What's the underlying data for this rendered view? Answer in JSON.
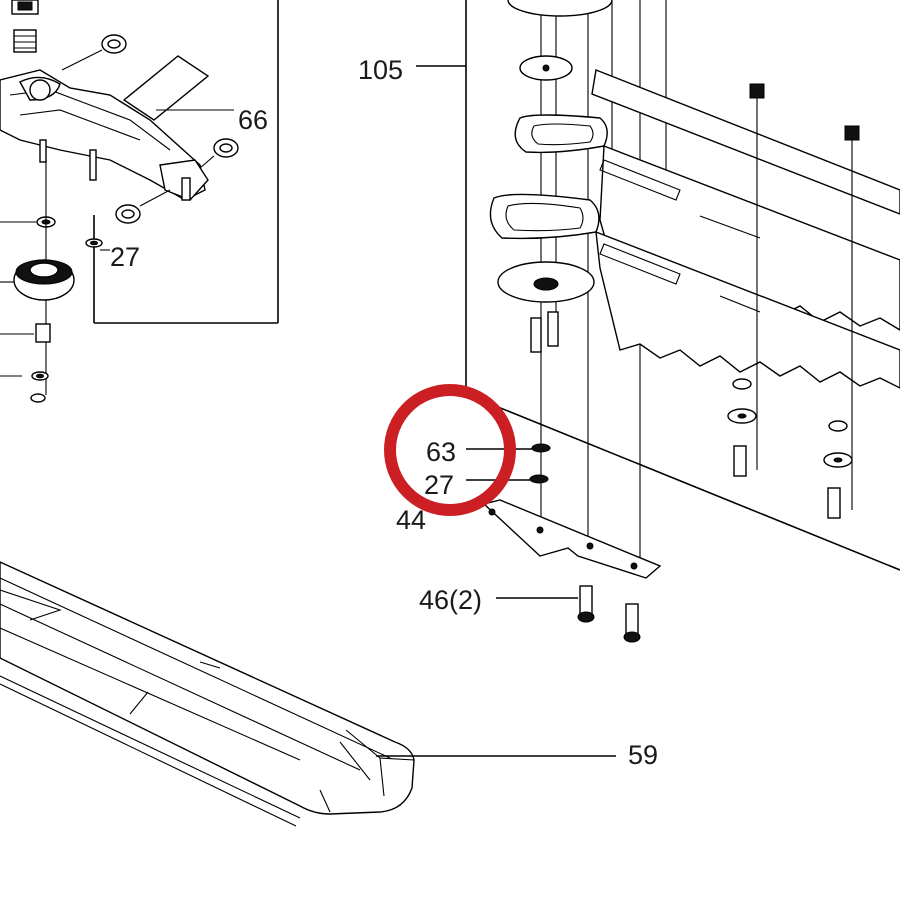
{
  "diagram": {
    "callouts": {
      "c105": "105",
      "c66": "66",
      "c27_left": "27",
      "c63": "63",
      "c27": "27",
      "c44": "44",
      "c46": "46(2)",
      "c59": "59"
    },
    "highlight": {
      "color": "#cc1f24",
      "marks": "63"
    }
  }
}
